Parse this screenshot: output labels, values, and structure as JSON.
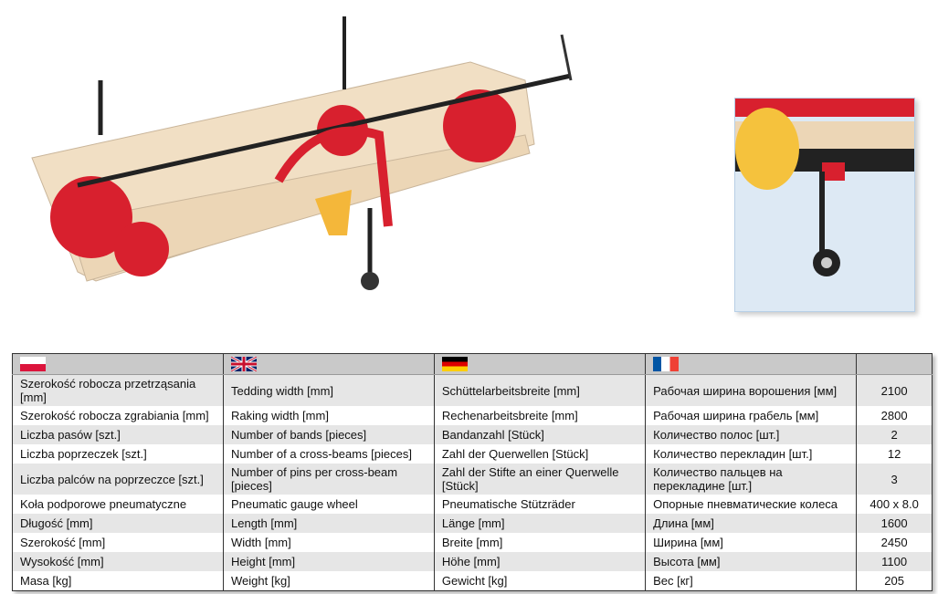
{
  "header": {
    "flags": [
      "poland-flag",
      "uk-flag",
      "germany-flag",
      "france-flag"
    ]
  },
  "rows": [
    {
      "pl": "Szerokość robocza przetrząsania [mm]",
      "en": "Tedding width [mm]",
      "de": "Schüttelarbeitsbreite [mm]",
      "ru": "Рабочая ширина ворошения [мм]",
      "value": "2100"
    },
    {
      "pl": "Szerokość robocza zgrabiania [mm]",
      "en": "Raking width [mm]",
      "de": "Rechenarbeitsbreite [mm]",
      "ru": "Рабочая ширина грабель [мм]",
      "value": "2800"
    },
    {
      "pl": "Liczba pasów [szt.]",
      "en": "Number of bands [pieces]",
      "de": "Bandanzahl [Stück]",
      "ru": "Количество полос [шт.]",
      "value": "2"
    },
    {
      "pl": "Liczba poprzeczek [szt.]",
      "en": "Number of a cross-beams [pieces]",
      "de": "Zahl der Querwellen [Stück]",
      "ru": "Количество перекладин  [шт.]",
      "value": "12"
    },
    {
      "pl": "Liczba palców na poprzeczce [szt.]",
      "en": "Number of pins per cross-beam [pieces]",
      "de": "Zahl der Stifte an einer Querwelle [Stück]",
      "ru": "Количество пальцев на перекладине [шт.]",
      "value": "3"
    },
    {
      "pl": "Koła podporowe pneumatyczne",
      "en": "Pneumatic gauge wheel",
      "de": "Pneumatische Stützräder",
      "ru": "Опорные пневматические колеса",
      "value": "400 x 8.0"
    },
    {
      "pl": "Długość [mm]",
      "en": "Length [mm]",
      "de": "Länge [mm]",
      "ru": "Длина [мм]",
      "value": "1600"
    },
    {
      "pl": "Szerokość [mm]",
      "en": "Width [mm]",
      "de": "Breite [mm]",
      "ru": "Ширина [мм]",
      "value": "2450"
    },
    {
      "pl": "Wysokość [mm]",
      "en": "Height [mm]",
      "de": "Höhe [mm]",
      "ru": "Высота [мм]",
      "value": "1100"
    },
    {
      "pl": "Masa [kg]",
      "en": "Weight [kg]",
      "de": "Gewicht [kg]",
      "ru": "Вес [кг]",
      "value": "205"
    }
  ],
  "colors": {
    "frame": "#f1dfc4",
    "red": "#d8202e",
    "black": "#222222"
  }
}
